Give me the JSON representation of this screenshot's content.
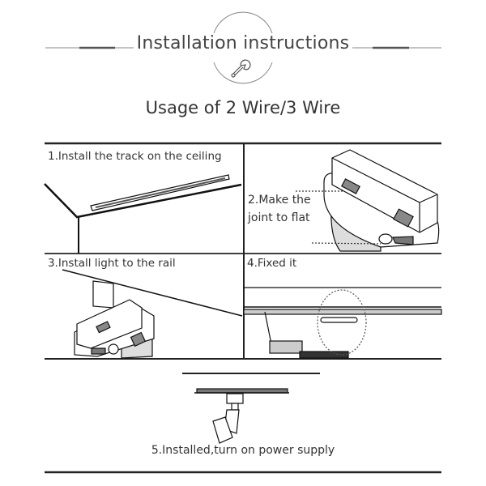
{
  "header": {
    "title": "Installation instructions",
    "icon": "wrench-icon",
    "subtitle": "Usage of 2 Wire/3 Wire"
  },
  "steps": [
    {
      "label": "1.Install the track on the ceiling"
    },
    {
      "label_line1": "2.Make the",
      "label_line2": "joint to flat"
    },
    {
      "label": "3.Install light to the rail"
    },
    {
      "label": "4.Fixed it"
    },
    {
      "label": "5.Installed,turn on power supply"
    }
  ],
  "colors": {
    "line": "#222222",
    "text": "#333333",
    "accent_gray": "#777777"
  }
}
